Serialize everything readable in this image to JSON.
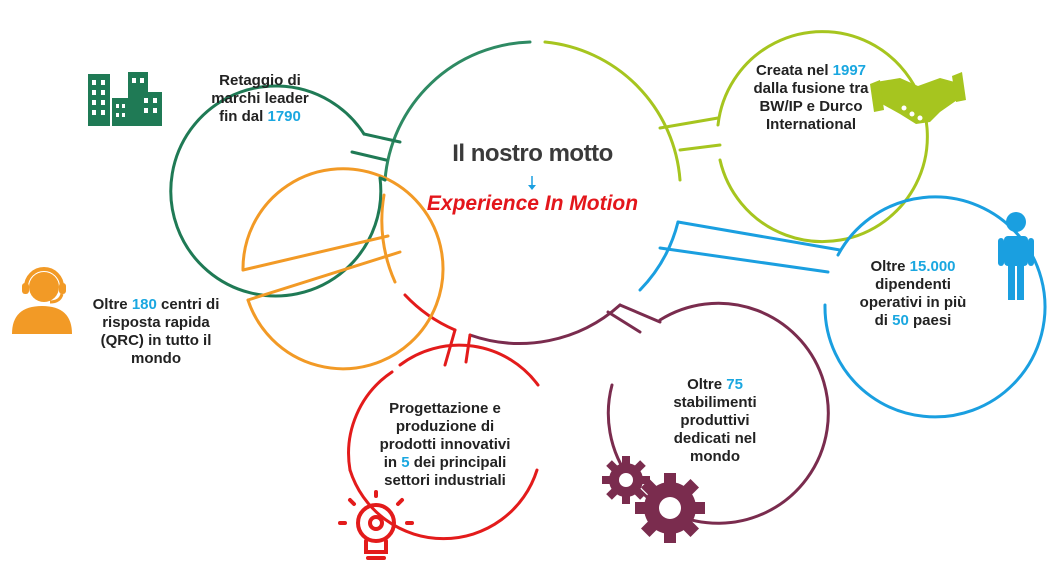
{
  "center": {
    "title": "Il nostro motto",
    "subtitle": "Experience In Motion"
  },
  "colors": {
    "center_ring": "#2e8a63",
    "green": "#1f7a55",
    "lime": "#a6c51f",
    "blue": "#1a9fe0",
    "purple": "#7a2c4e",
    "red": "#e31b1b",
    "orange": "#f29a26",
    "highlight": "#1aa7e0"
  },
  "bubbles": {
    "heritage": {
      "l1": "Retaggio di",
      "l2": "marchi leader",
      "l3a": "fin dal ",
      "l3b": "1790",
      "icon": "buildings-icon"
    },
    "founded": {
      "l1a": "Creata nel ",
      "l1b": "1997",
      "l2": "dalla fusione tra",
      "l3": "BW/IP e Durco",
      "l4": "International",
      "icon": "handshake-icon"
    },
    "employees": {
      "l1a": "Oltre ",
      "l1b": "15.000",
      "l2": "dipendenti",
      "l3": "operativi in più",
      "l4a": "di ",
      "l4b": "50",
      "l4c": " paesi",
      "icon": "person-icon"
    },
    "plants": {
      "l1a": "Oltre ",
      "l1b": "75",
      "l2": "stabilimenti",
      "l3": "produttivi",
      "l4": "dedicati nel",
      "l5": "mondo",
      "icon": "gears-icon"
    },
    "design": {
      "l1": "Progettazione e",
      "l2": "produzione di",
      "l3": "prodotti innovativi",
      "l4a": "in ",
      "l4b": "5",
      "l4c": " dei principali",
      "l5": "settori industriali",
      "icon": "lightbulb-gear-icon"
    },
    "qrc": {
      "l1a": "Oltre ",
      "l1b": "180",
      "l1c": " centri di",
      "l2": "risposta rapida",
      "l3": "(QRC) in tutto il",
      "l4": "mondo",
      "icon": "headset-operator-icon"
    }
  }
}
